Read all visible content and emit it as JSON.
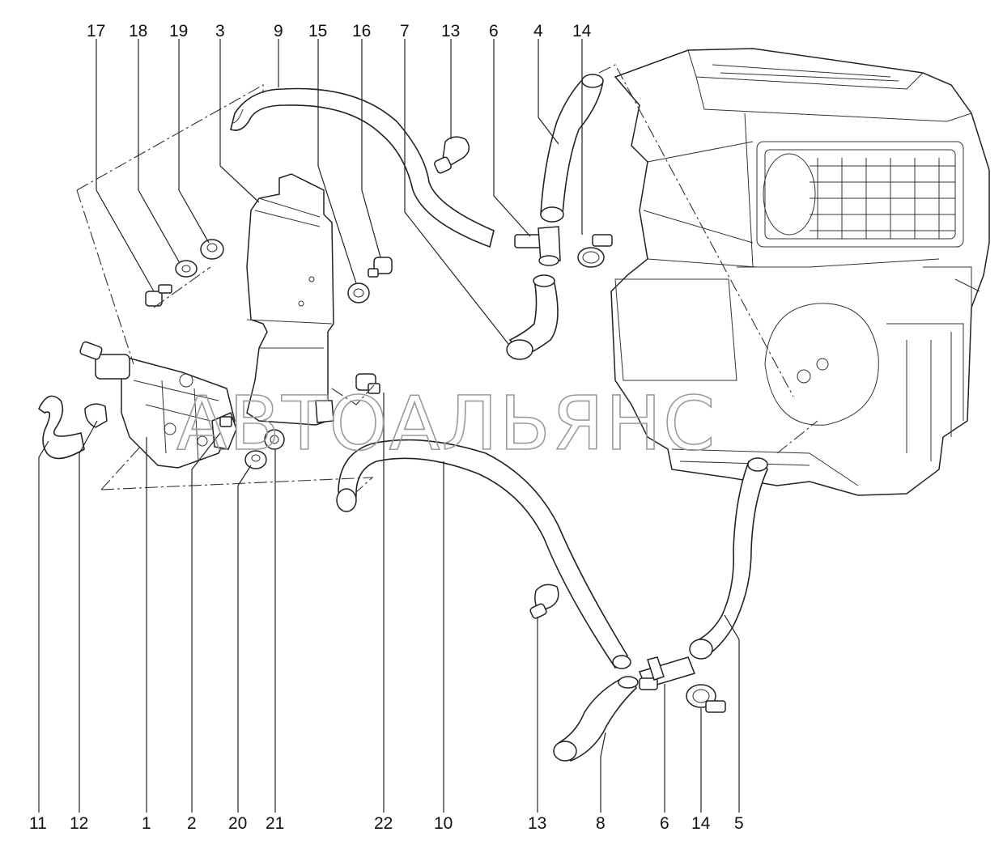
{
  "watermark": "АВТОАЛЬЯНС",
  "top_labels": [
    "17",
    "18",
    "19",
    "3",
    "9",
    "15",
    "16",
    "7",
    "13",
    "6",
    "4",
    "14"
  ],
  "bottom_labels": [
    "11",
    "12",
    "1",
    "2",
    "20",
    "21",
    "22",
    "10",
    "13",
    "8",
    "6",
    "14",
    "5"
  ]
}
